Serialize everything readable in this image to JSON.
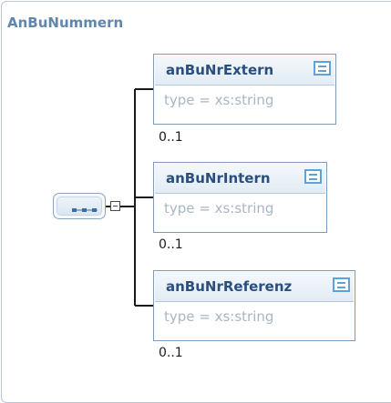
{
  "diagram": {
    "title": "AnBuNummern",
    "compositor": {
      "kind": "sequence",
      "icon": "sequence-dots-icon",
      "collapse_icon": "minus-box-icon"
    },
    "elements": [
      {
        "name": "anBuNrExtern",
        "type": "type = xs:string",
        "cardinality": "0..1",
        "doc_icon": "documentation-icon"
      },
      {
        "name": "anBuNrIntern",
        "type": "type = xs:string",
        "cardinality": "0..1",
        "doc_icon": "documentation-icon"
      },
      {
        "name": "anBuNrReferenz",
        "type": "type = xs:string",
        "cardinality": "0..1",
        "doc_icon": "documentation-icon"
      }
    ],
    "colors": {
      "title": "#5f86ad",
      "element_border": "#7d9bbd",
      "element_name": "#2a4f7f",
      "type_text": "#a9b6c4",
      "doc_icon": "#5fa1d8",
      "connector": "#1a1a1a"
    }
  }
}
